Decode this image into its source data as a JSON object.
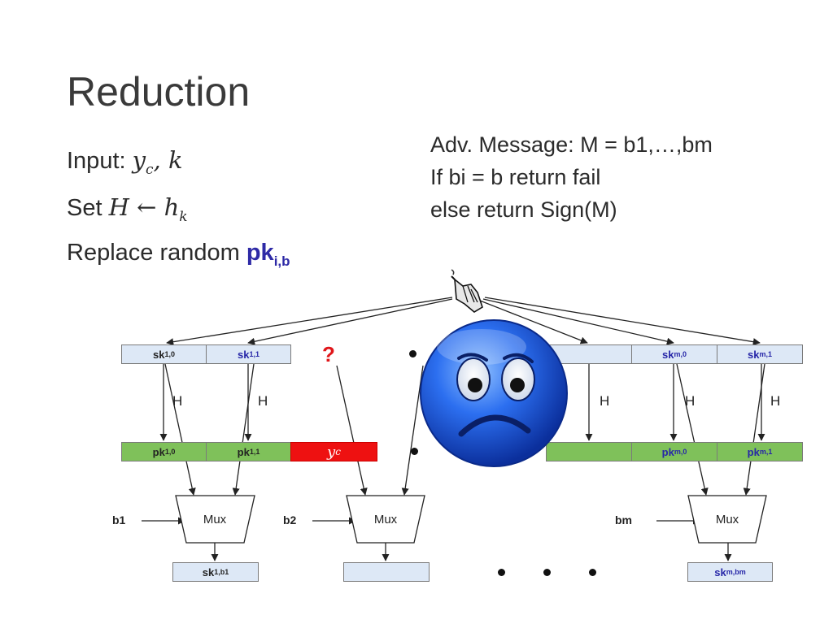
{
  "title": "Reduction",
  "left": {
    "input_prefix": "Input: ",
    "input_math": "y",
    "input_math_sub": "c",
    "input_math_rest": ", k",
    "set_prefix": "Set ",
    "set_math": "H ← h",
    "set_math_sub": "k",
    "replace_prefix": "Replace random ",
    "replace_pk": "pk",
    "replace_pk_sub": "i,b"
  },
  "right": {
    "line1": "Adv. Message: M = b1,…,bm",
    "line2": "If bi = b return fail",
    "line3": "else return Sign(M)"
  },
  "diagram": {
    "sk_row": {
      "sk10": "sk",
      "sk10_sub": "1,0",
      "sk11": "sk",
      "sk11_sub": "1,1",
      "skm0": "sk",
      "skm0_sub": "m,0",
      "skm1": "sk",
      "skm1_sub": "m,1"
    },
    "question_mark": "?",
    "h_label": "H",
    "pk_row": {
      "pk10": "pk",
      "pk10_sub": "1,0",
      "pk11": "pk",
      "pk11_sub": "1,1",
      "yc": "y",
      "yc_sub": "c",
      "pkm0": "pk",
      "pkm0_sub": "m,0",
      "pkm1": "pk",
      "pkm1_sub": "m,1"
    },
    "b_labels": {
      "b1": "b1",
      "b2": "b2",
      "bm": "bm"
    },
    "mux_label": "Mux",
    "outputs": {
      "sk1b1": "sk",
      "sk1b1_sub": "1,b1",
      "skmbm": "sk",
      "skmbm_sub": "m,bm"
    }
  },
  "colors": {
    "sk_fill": "#dde8f6",
    "pk_fill": "#7fc15a",
    "yc_fill": "#ee1111",
    "pk_text": "#2e2aa6",
    "question": "#e0161a",
    "smiley": "#1f5fe0"
  },
  "icons": [
    "worried-face-icon",
    "pointing-hand-icon"
  ]
}
